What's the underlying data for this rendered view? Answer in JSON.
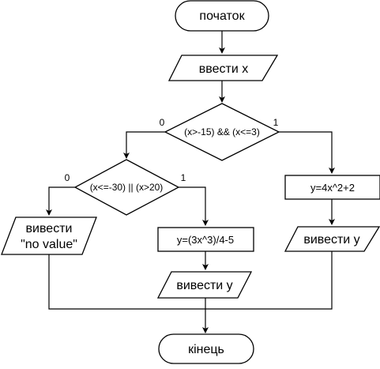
{
  "flowchart": {
    "start_label": "початок",
    "input_label": "ввести x",
    "condition1": {
      "text": "(x>-15) && (x<=3)",
      "false_label": "0",
      "true_label": "1"
    },
    "condition2": {
      "text": "(x<=-30) || (x>20)",
      "false_label": "0",
      "true_label": "1"
    },
    "process_right": "y=4x^2+2",
    "output_right": "вивести y",
    "output_novalue_line1": "вивести",
    "output_novalue_line2": "\"no value\"",
    "process_middle": "y=(3x^3)/4-5",
    "output_middle": "вивести y",
    "end_label": "кінець"
  }
}
